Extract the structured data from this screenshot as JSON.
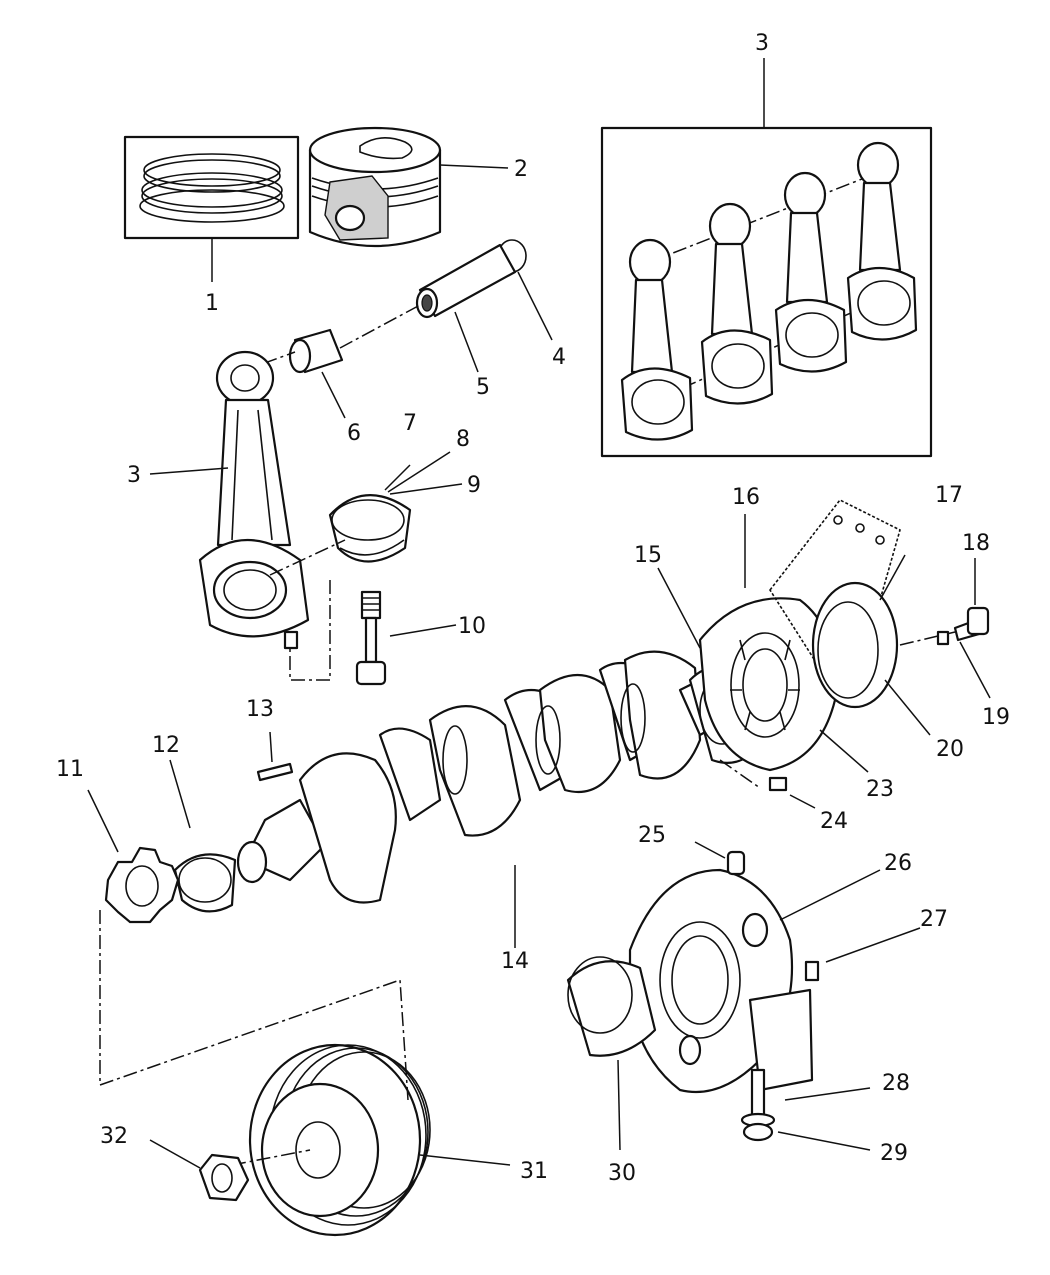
{
  "callouts": [
    {
      "id": "1",
      "label": "1"
    },
    {
      "id": "2",
      "label": "2"
    },
    {
      "id": "3a",
      "label": "3"
    },
    {
      "id": "3b",
      "label": "3"
    },
    {
      "id": "4",
      "label": "4"
    },
    {
      "id": "5",
      "label": "5"
    },
    {
      "id": "6",
      "label": "6"
    },
    {
      "id": "7",
      "label": "7"
    },
    {
      "id": "8",
      "label": "8"
    },
    {
      "id": "9",
      "label": "9"
    },
    {
      "id": "10",
      "label": "10"
    },
    {
      "id": "11",
      "label": "11"
    },
    {
      "id": "12",
      "label": "12"
    },
    {
      "id": "13",
      "label": "13"
    },
    {
      "id": "14",
      "label": "14"
    },
    {
      "id": "15",
      "label": "15"
    },
    {
      "id": "16",
      "label": "16"
    },
    {
      "id": "17",
      "label": "17"
    },
    {
      "id": "18",
      "label": "18"
    },
    {
      "id": "19",
      "label": "19"
    },
    {
      "id": "20",
      "label": "20"
    },
    {
      "id": "23",
      "label": "23"
    },
    {
      "id": "24",
      "label": "24"
    },
    {
      "id": "25",
      "label": "25"
    },
    {
      "id": "26",
      "label": "26"
    },
    {
      "id": "27",
      "label": "27"
    },
    {
      "id": "28",
      "label": "28"
    },
    {
      "id": "29",
      "label": "29"
    },
    {
      "id": "30",
      "label": "30"
    },
    {
      "id": "31",
      "label": "31"
    },
    {
      "id": "32",
      "label": "32"
    }
  ]
}
